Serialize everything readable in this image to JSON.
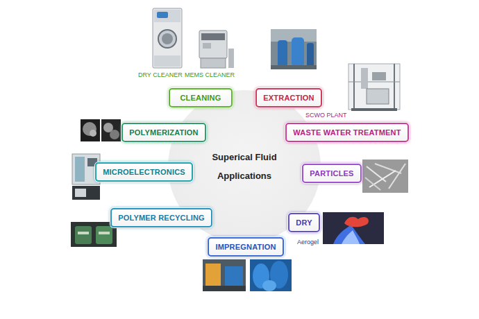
{
  "diagram": {
    "nodes": [
      {
        "text": [
          "Superical Fluid Applications"
        ]
      },
      {
        "text": [
          "CLEANING"
        ]
      },
      {
        "text": [
          "EXTRACTION"
        ]
      },
      {
        "text": [
          "POLYMERIZATION"
        ]
      },
      {
        "text": [
          "WASTE WATER TREATMENT"
        ]
      },
      {
        "text": [
          "MICROELECTRONICS"
        ]
      },
      {
        "text": [
          "PARTICLES"
        ]
      },
      {
        "text": [
          "POLYMER RECYCLING"
        ]
      },
      {
        "text": [
          "DRY"
        ]
      },
      {
        "text": [
          "IMPREGNATION"
        ]
      }
    ],
    "labels": [
      "DRY CLEANER",
      "MEMS CLEANER",
      "SCWO PLANT",
      "Aerogel"
    ]
  }
}
